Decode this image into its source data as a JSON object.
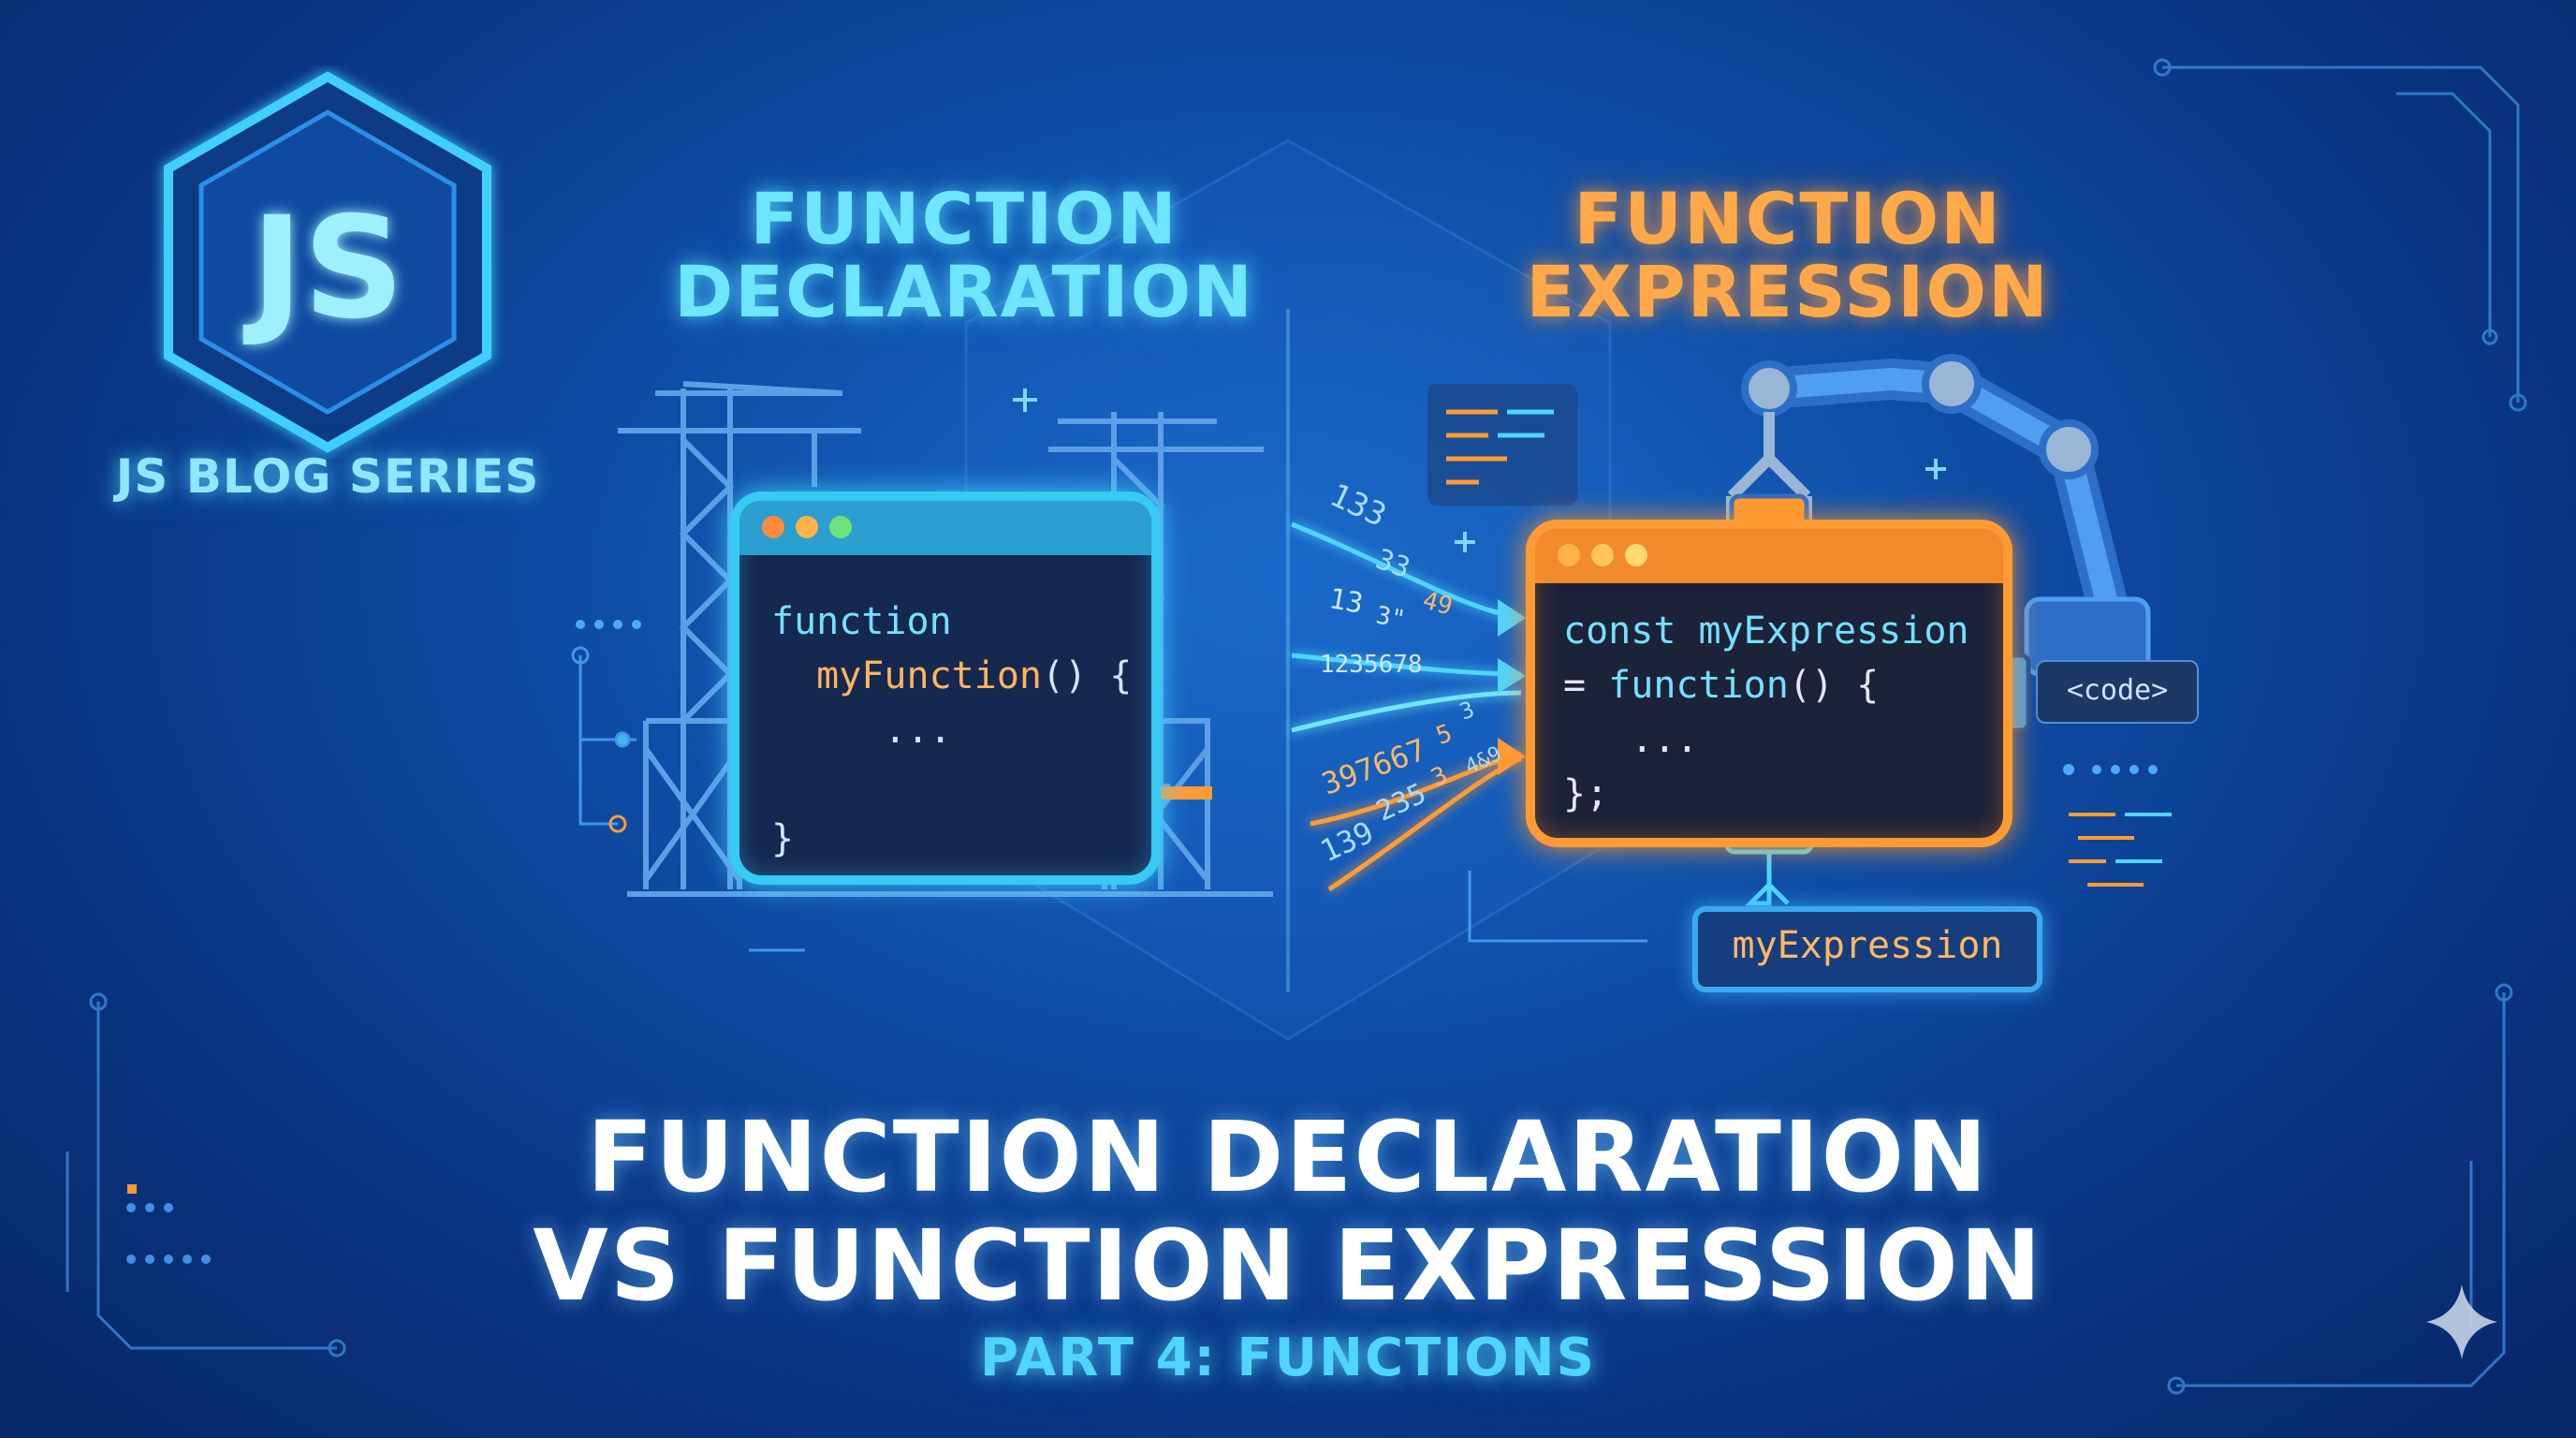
{
  "logo": {
    "glyph": "JS",
    "caption": "JS BLOG SERIES"
  },
  "declaration": {
    "title_line1": "FUNCTION",
    "title_line2": "DECLARATION",
    "code": {
      "line1": "function",
      "line2_name": "myFunction",
      "line2_rest": "() {",
      "line3": "...",
      "line4": "}"
    }
  },
  "expression": {
    "title_line1": "FUNCTION",
    "title_line2": "EXPRESSION",
    "code": {
      "line1": "const myExpression",
      "line2_prefix": "= ",
      "line2_fn": "function",
      "line2_rest": "() {",
      "line3": "...",
      "line4": "};"
    },
    "tag": "<code>",
    "label": "myExpression"
  },
  "stream_numbers": [
    "133",
    "33",
    "49",
    "13",
    "3\"",
    "1235678",
    "397667",
    "5",
    "3",
    "139",
    "235",
    "3",
    "4&9"
  ],
  "headline_line1": "FUNCTION DECLARATION",
  "headline_line2": "VS FUNCTION EXPRESSION",
  "subheadline": "PART 4: FUNCTIONS",
  "colors": {
    "cyan": "#36cbf2",
    "orange": "#ff9b35",
    "background": "#0f4fa8",
    "white": "#ffffff"
  },
  "icons": [
    "js-hexagon-icon",
    "crane-icon",
    "robot-arm-icon",
    "sparkle-icon"
  ]
}
